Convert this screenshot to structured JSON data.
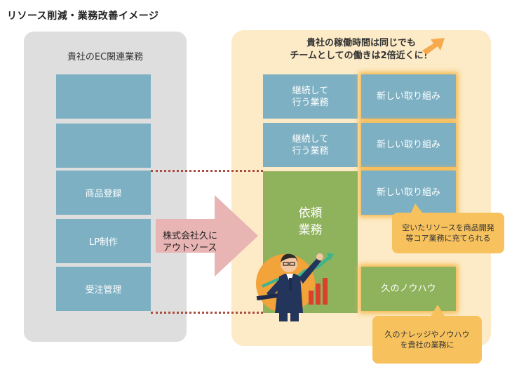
{
  "title": "リソース削減・業務改善イメージ",
  "left_panel": {
    "title": "貴社のEC関連業務",
    "boxes": [
      "",
      "",
      "商品登録",
      "LP制作",
      "受注管理"
    ]
  },
  "arrow_label_lines": [
    "株式会社久に",
    "アウトソース"
  ],
  "right_panel": {
    "title_lines": [
      "貴社の稼働時間は同じでも",
      "チームとしての働きは2倍近くに！"
    ],
    "continuing_task_lines": [
      "継続して",
      "行う業務"
    ],
    "new_initiative": "新しい取り組み",
    "request_lines": [
      "依頼",
      "業務"
    ],
    "knowhow": "久のノウハウ",
    "bubble1_lines": [
      "空いたリソースを商品開発",
      "等コア業務に充てられる"
    ],
    "bubble2_lines": [
      "久のナレッジやノウハウ",
      "を貴社の業務に"
    ]
  },
  "colors": {
    "left_panel_bg": "#dedede",
    "right_panel_bg": "#fcebc6",
    "box_blue": "#7eb0c3",
    "box_green": "#8fb25d",
    "glow_orange": "#f5b547",
    "bubble_yellow": "#f7c25e",
    "arrow_pink": "#e8b4b4",
    "dotted_line": "#a94b3e"
  },
  "icons": [
    "person-pointing-icon",
    "growth-chart-icon",
    "tablet-icon",
    "orange-up-arrow-icon"
  ]
}
